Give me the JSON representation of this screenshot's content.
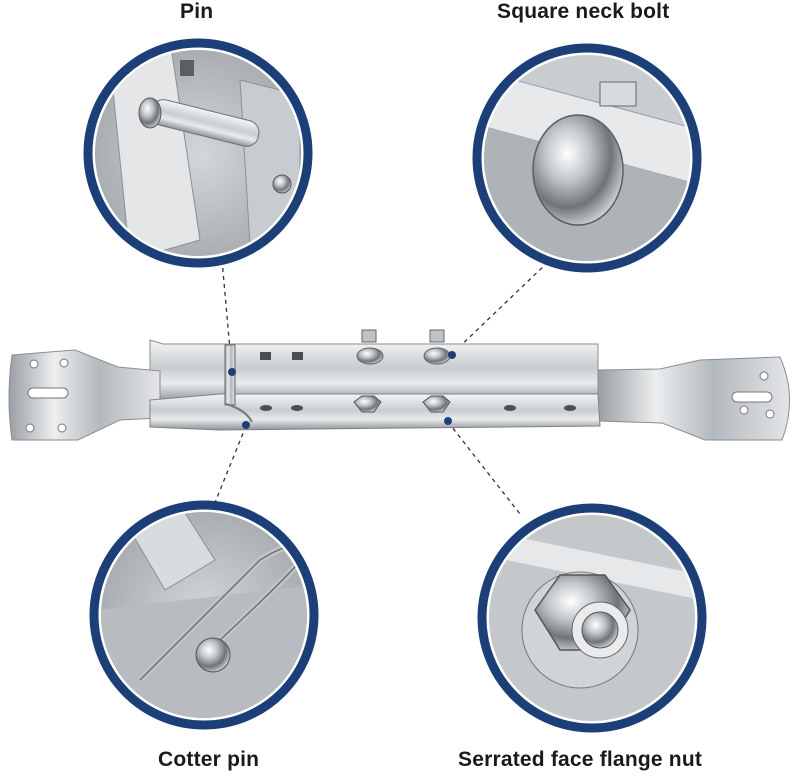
{
  "callouts": {
    "pin": "Pin",
    "square_neck_bolt": "Square neck bolt",
    "cotter_pin": "Cotter pin",
    "serrated_face_flange_nut": "Serrated face flange nut"
  },
  "colors": {
    "ring": "#1c3f78",
    "steel_light": "#e6e8ea",
    "steel_mid": "#b9bdc1",
    "steel_dark": "#7d8286",
    "dot": "#1c3f78"
  }
}
